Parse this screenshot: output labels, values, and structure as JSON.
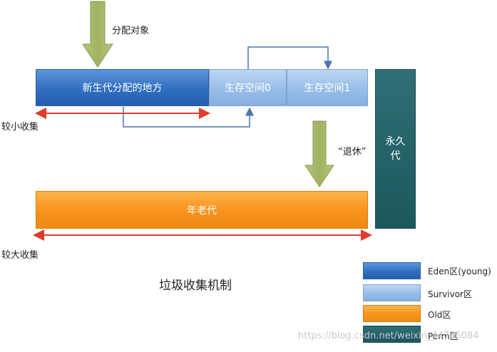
{
  "labels": {
    "allocate": "分配对象",
    "minor_gc": "较小收集",
    "promote": "“退休”",
    "major_gc": "较大收集",
    "title": "垃圾收集机制"
  },
  "blocks": {
    "eden": "新生代分配的地方",
    "survivor0": "生存空间0",
    "survivor1": "生存空间1",
    "old": "年老代",
    "perm_line1": "永久",
    "perm_line2": "代"
  },
  "legend": [
    {
      "label": "Eden区(young)",
      "color": "#2f6ec0"
    },
    {
      "label": "Survivor区",
      "color": "#97bde8"
    },
    {
      "label": "Old区",
      "color": "#f7921c"
    },
    {
      "label": "Perm区",
      "color": "#1c575e"
    }
  ],
  "watermark": "https://blog.csdn.net/weixin_44736084"
}
